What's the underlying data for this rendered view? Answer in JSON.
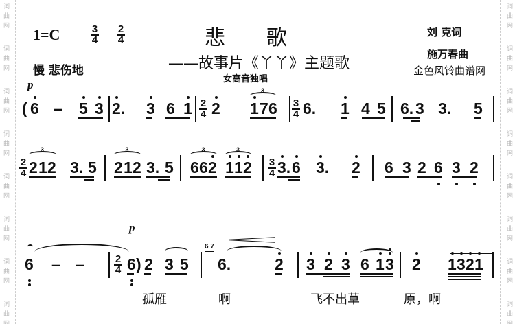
{
  "watermark": "词曲网",
  "header": {
    "key": "1=C",
    "time_signatures": [
      {
        "num": "3",
        "den": "4"
      },
      {
        "num": "2",
        "den": "4"
      }
    ],
    "title": "悲歌",
    "subtitle": "——故事片《丫丫》主题歌",
    "performance": "女高音独唱",
    "lyricist": "刘  克词",
    "composer": "施万春曲",
    "source": "金色风铃曲谱网",
    "tempo": "慢  悲伤地",
    "dynamic": "p"
  },
  "lines": [
    {
      "notes": [
        "(",
        "6",
        "–",
        "5",
        "3",
        "2.",
        "3",
        "6",
        "1",
        "2",
        "1",
        "7",
        "6",
        "6.",
        "1",
        "4",
        "5",
        "6.",
        "3",
        "3.",
        "5"
      ],
      "time_signatures": [
        {
          "num": "2",
          "den": "4"
        },
        {
          "num": "3",
          "den": "4"
        }
      ],
      "triplet": "3"
    },
    {
      "notes": [
        "2",
        "1",
        "2",
        "3.",
        "5",
        "2",
        "1",
        "2",
        "3.",
        "5",
        "6",
        "6",
        "2",
        "1",
        "1",
        "2",
        "3.",
        "6",
        "3.",
        "2",
        "6",
        "3",
        "2",
        "6",
        "3",
        "2"
      ],
      "time_signatures": [
        {
          "num": "2",
          "den": "4"
        },
        {
          "num": "3",
          "den": "4"
        }
      ],
      "triplet": "3"
    },
    {
      "notes": [
        "6",
        "–",
        "–",
        "6",
        ")",
        "2",
        "3",
        "5",
        "6.",
        "2",
        "3",
        "2",
        "3",
        "6",
        "1",
        "3",
        "2",
        "1",
        "3",
        "2",
        "1"
      ],
      "time_signatures": [
        {
          "num": "2",
          "den": "4"
        }
      ],
      "grace": "6 7",
      "dynamic": "p",
      "lyrics": [
        "孤雁",
        "啊",
        "飞不出草",
        "原，啊"
      ]
    }
  ]
}
